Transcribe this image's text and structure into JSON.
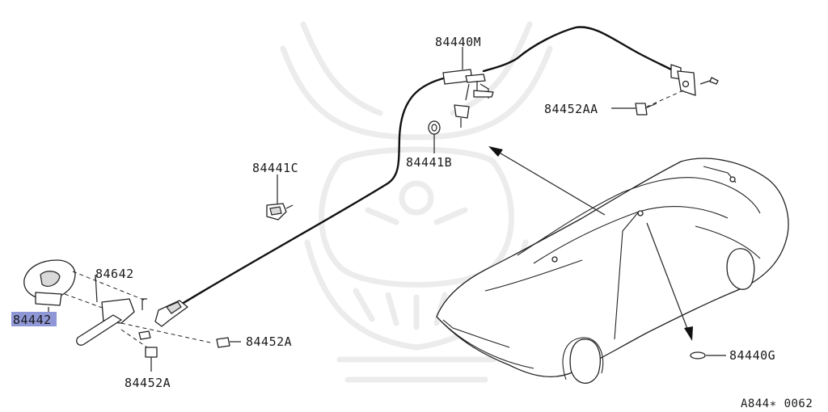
{
  "diagram": {
    "callouts": {
      "p84440M": "84440M",
      "p84452AA": "84452AA",
      "p84441B": "84441B",
      "p84441C": "84441C",
      "p84642": "84642",
      "p84442": "84442",
      "p84452A_right": "84452A",
      "p84452A_bottom": "84452A",
      "p84440G": "84440G"
    },
    "selected_callout": "84442",
    "highlight_color": "#8f97d6",
    "drawing_number": "A844∗ 0062"
  }
}
